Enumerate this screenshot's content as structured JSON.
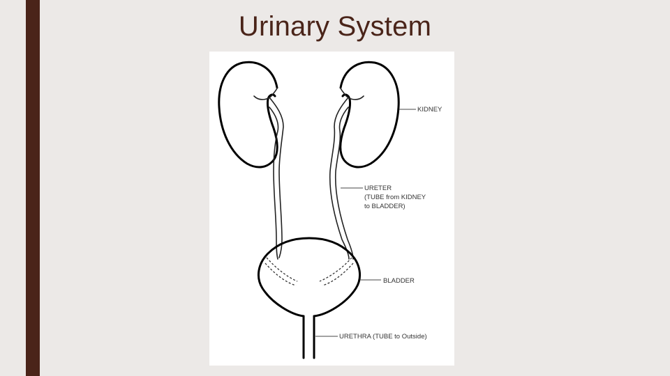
{
  "slide": {
    "title": "Urinary System"
  },
  "diagram": {
    "labels": {
      "kidney": "KIDNEY",
      "ureter_line1": "URETER",
      "ureter_line2": "(TUBE from KIDNEY",
      "ureter_line3": "to BLADDER)",
      "bladder": "BLADDER",
      "urethra": "URETHRA (TUBE to Outside)"
    }
  },
  "colors": {
    "background": "#ece9e7",
    "accent_bar": "#4a2419",
    "title": "#4a2419"
  }
}
